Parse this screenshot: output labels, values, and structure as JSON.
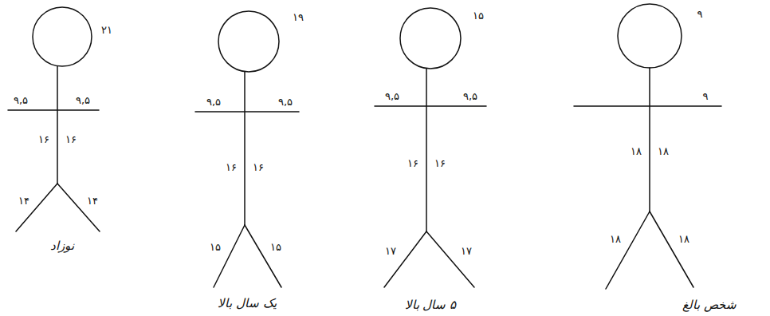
{
  "diagram": {
    "labels": [
      "۲۱",
      "۹,۵",
      "۹,۵",
      "۱۶",
      "۱۶",
      "۱۴",
      "۱۴",
      "نوزاد",
      "۱۹",
      "۹,۵",
      "۹,۵",
      "۱۶",
      "۱۶",
      "۱۵",
      "۱۵",
      "یک سال بالا",
      "۱۵",
      "۹,۵",
      "۹,۵",
      "۱۶",
      "۱۶",
      "۱۷",
      "۱۷",
      "۵ سال بالا",
      "۹",
      "۹",
      "۱۸",
      "۱۸",
      "۱۸",
      "۱۸",
      "شخص بالغ"
    ]
  }
}
